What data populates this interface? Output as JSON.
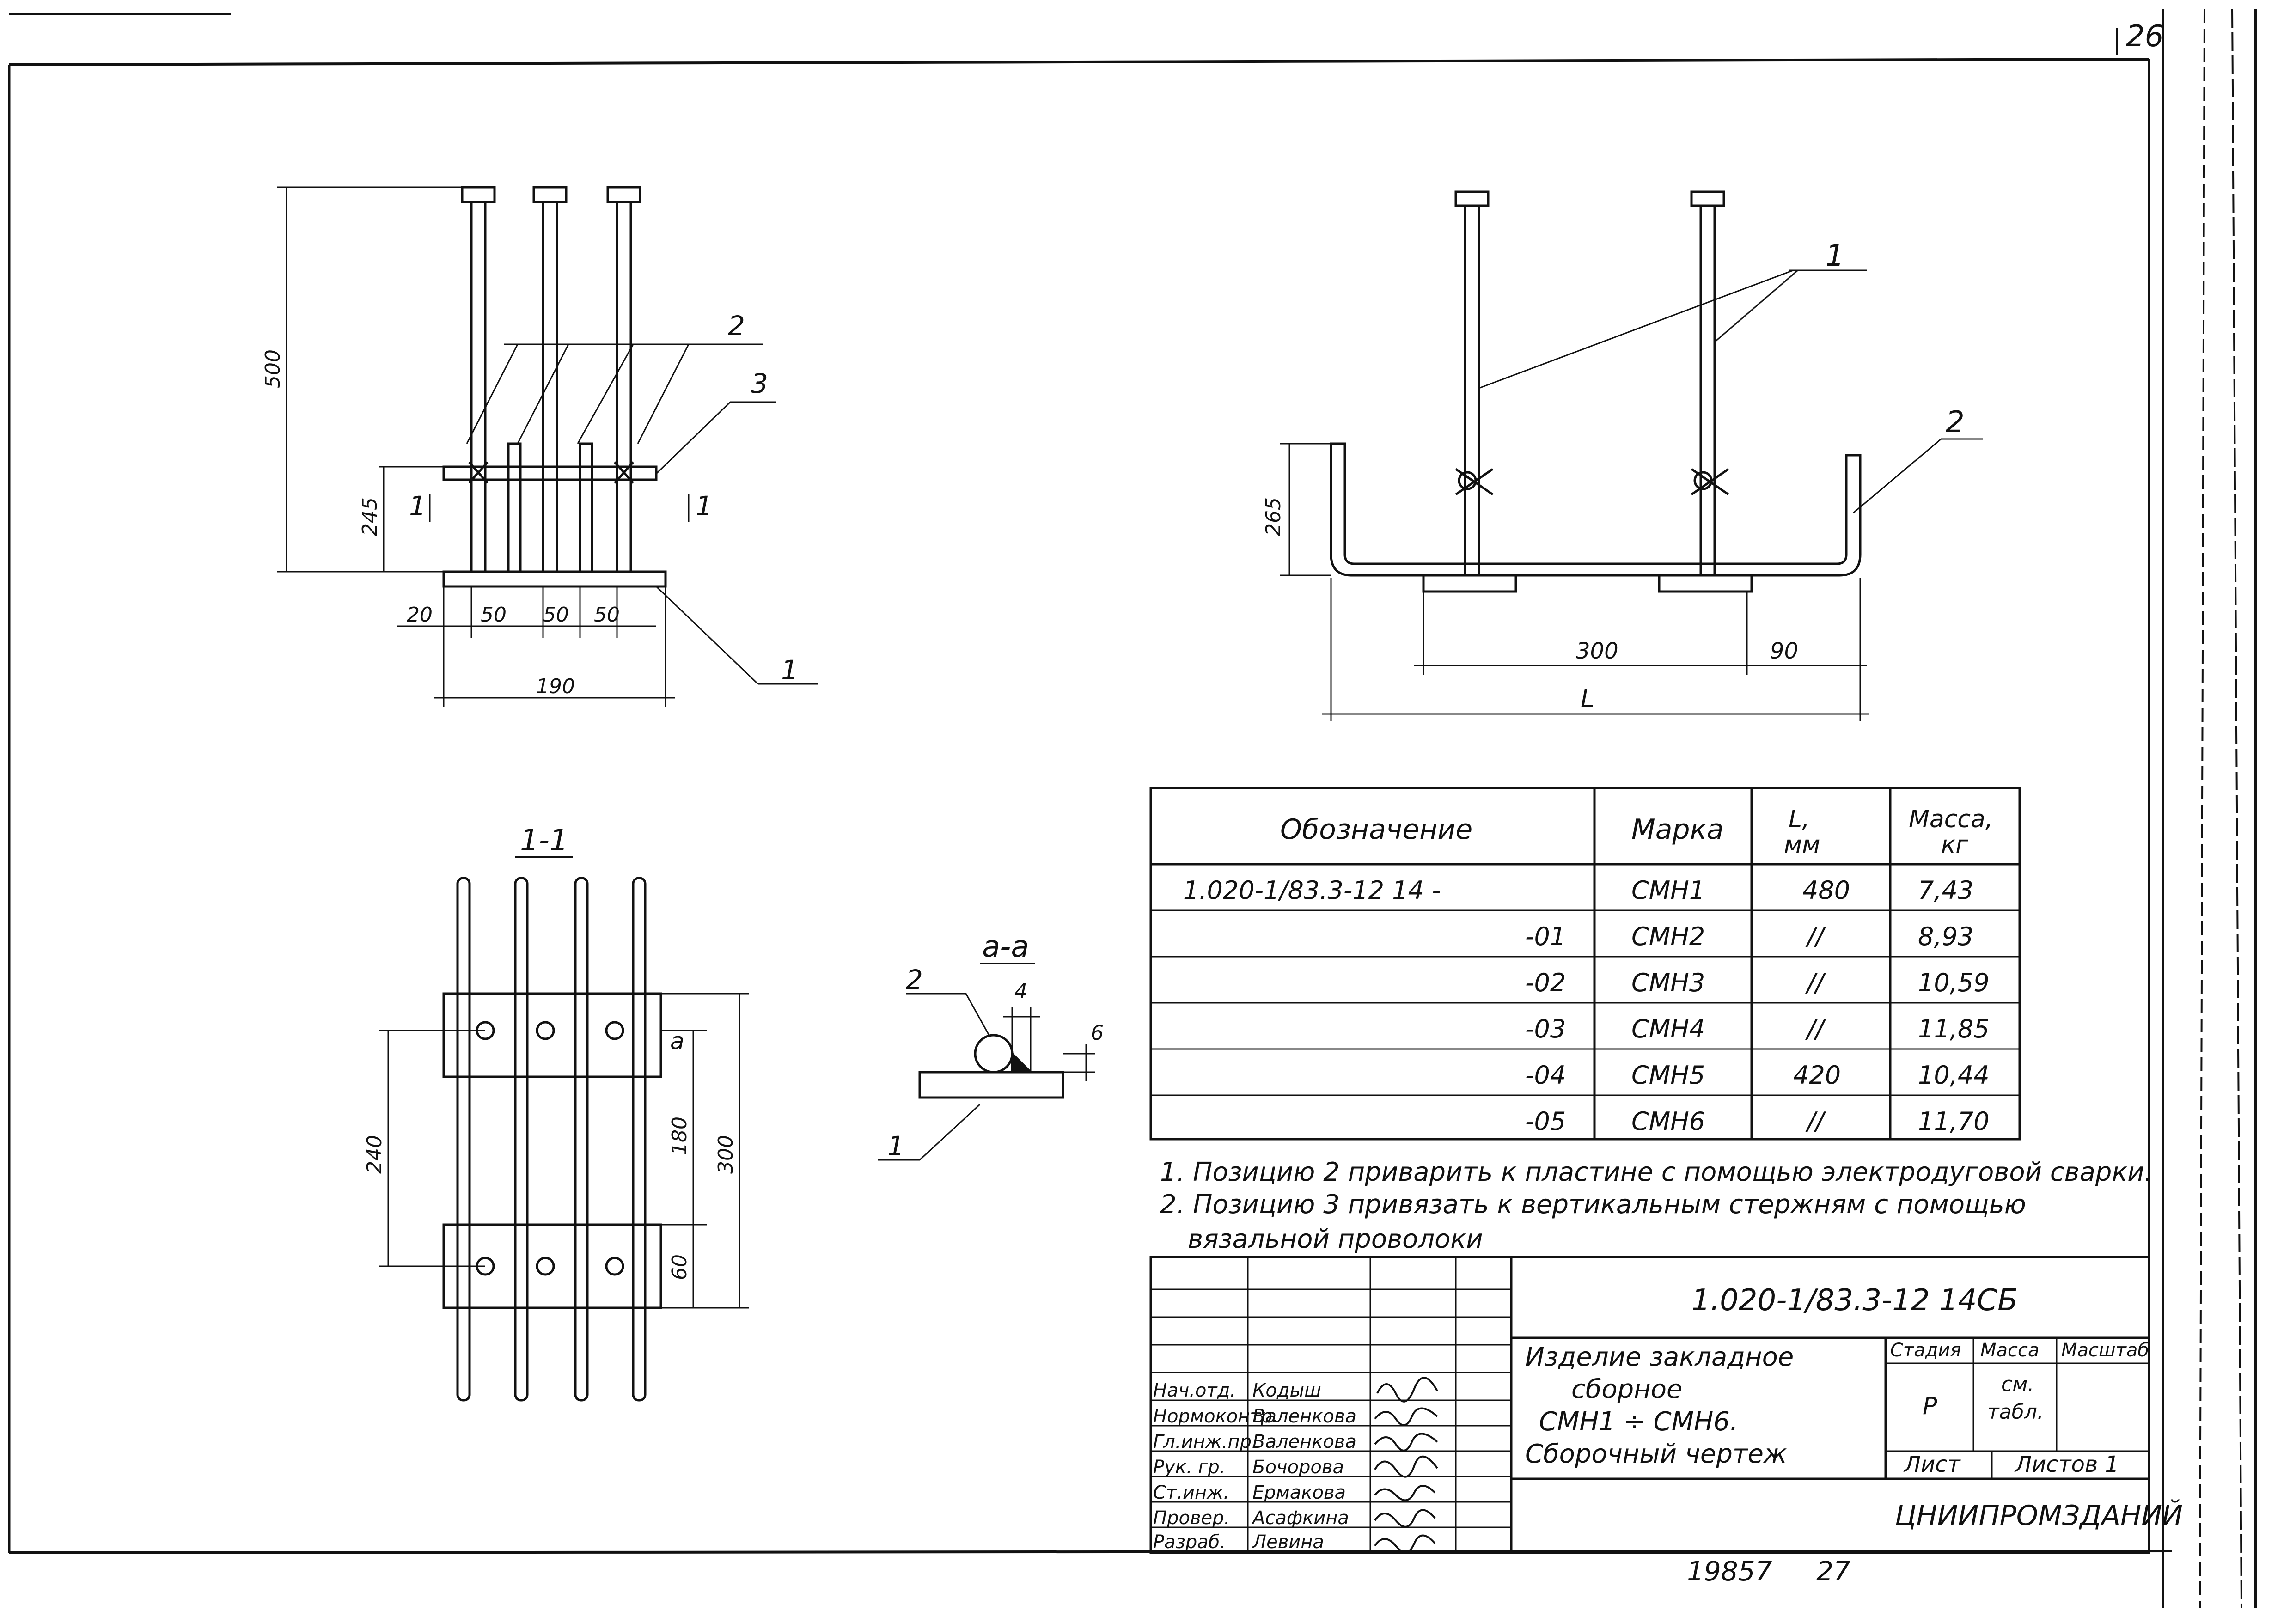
{
  "page_number": "26",
  "bottom_numbers": {
    "left": "19857",
    "right": "27"
  },
  "top_view": {
    "dimensions": {
      "total_height": "500",
      "lower_height": "245",
      "gaps": [
        "20",
        "50",
        "50",
        "50"
      ],
      "width": "190"
    },
    "positions": {
      "p1": "1",
      "p2": "2",
      "p3": "3"
    },
    "section_marks": [
      "1",
      "1"
    ]
  },
  "right_view": {
    "dimensions": {
      "height": "265",
      "d300": "300",
      "d90": "90",
      "length": "L"
    },
    "positions": {
      "p1": "1",
      "p2": "2"
    }
  },
  "section_1_1": {
    "title": "1-1",
    "dimensions": {
      "d240": "240",
      "d180": "180",
      "d300": "300",
      "d60": "60",
      "a": "a"
    }
  },
  "detail_a_a": {
    "title": "a-a",
    "dimensions": {
      "d4": "4",
      "d6": "6"
    },
    "positions": {
      "p2": "2",
      "p1": "1"
    }
  },
  "table": {
    "headers": [
      "Обозначение",
      "Марка",
      "L,\nмм",
      "Масса,\nкг"
    ],
    "rows": [
      [
        "1.020-1/83.3-12    14 -",
        "СМН1",
        "480",
        "7,43"
      ],
      [
        "-01",
        "СМН2",
        "//",
        "8,93"
      ],
      [
        "-02",
        "СМН3",
        "//",
        "10,59"
      ],
      [
        "-03",
        "СМН4",
        "//",
        "11,85"
      ],
      [
        "-04",
        "СМН5",
        "420",
        "10,44"
      ],
      [
        "-05",
        "СМН6",
        "//",
        "11,70"
      ]
    ]
  },
  "notes": [
    "1. Позицию 2 приварить к пластине с помощью электродуговой сварки.",
    "2. Позицию 3 привязать к вертикальным стержням с помощью",
    "вязальной проволоки"
  ],
  "title_block": {
    "document_code": "1.020-1/83.3-12    14СБ",
    "title_lines": [
      "Изделие закладное",
      "сборное",
      "СМН1 ÷ СМН6.",
      "Сборочный чертеж"
    ],
    "headers": {
      "stage": "Стадия",
      "mass": "Масса",
      "scale": "Масштаб"
    },
    "values": {
      "stage": "Р",
      "mass": "см.\nтабл."
    },
    "sheet_label": "Лист",
    "sheets_label": "Листов 1",
    "organization": "ЦНИИПРОМЗДАНИЙ",
    "signatures": [
      {
        "role": "Нач.отд.",
        "name": "Кодыш",
        "sign": "Кодыш"
      },
      {
        "role": "Нормоконтр.",
        "name": "Валенкова",
        "sign": "Валенкова"
      },
      {
        "role": "Гл.инж.пр.",
        "name": "Валенкова",
        "sign": "Валенкова"
      },
      {
        "role": "Рук. гр.",
        "name": "Бочорова",
        "sign": "Бочорова"
      },
      {
        "role": "Ст.инж.",
        "name": "Ермакова",
        "sign": "Ермакова"
      },
      {
        "role": "Провер.",
        "name": "Асафкина",
        "sign": "Асафкина"
      },
      {
        "role": "Разраб.",
        "name": "Левина",
        "sign": "Левина"
      }
    ]
  }
}
